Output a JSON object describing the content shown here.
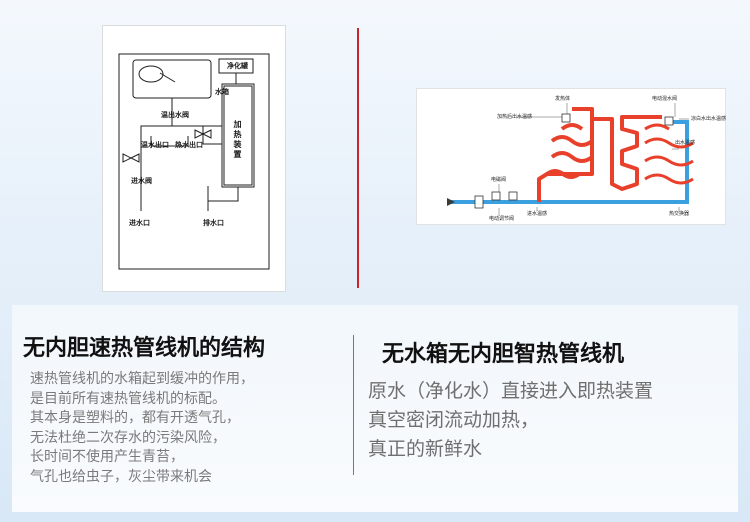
{
  "left_diagram": {
    "purifier_label": "净化罐",
    "tank_label": "水箱",
    "mixing_valve_label": "温出水阀",
    "heater_label": "加热装置",
    "water_outlet_label": "温水出口",
    "hot_outlet_label": "热水出口",
    "inlet_valve_label": "进水阀",
    "inlet_label": "进水口",
    "drain_label": "排水口"
  },
  "right_diagram": {
    "heater_label": "发热体",
    "electric_valve_label": "电动混水阀",
    "heat_outlet_temp_label": "加热后出水温感",
    "cold_outlet_temp_label": "凉白水出水温感",
    "outlet_temp_label": "出水温感",
    "flow_valve_label": "电磁阀",
    "regulating_valve_label": "电动调节阀",
    "inlet_temp_label": "进水温感",
    "heat_exchanger_label": "热交换器"
  },
  "left_section": {
    "title": "无内胆速热管线机的结构",
    "lines": [
      "速热管线机的水箱起到缓冲的作用，",
      "是目前所有速热管线机的标配。",
      "其本身是塑料的，都有开透气孔，",
      "无法杜绝二次存水的污染风险，",
      "长时间不使用产生青苔，",
      "气孔也给虫子，灰尘带来机会"
    ]
  },
  "right_section": {
    "title": "无水箱无内胆智热管线机",
    "lines": [
      "原水（净化水）直接进入即热装置",
      "真空密闭流动加热，",
      "真正的新鲜水"
    ]
  },
  "colors": {
    "divider_red": "#c8252c",
    "hot_pipe": "#e8402a",
    "cold_pipe": "#3aa0e0",
    "accent_blue": "#4a7fc0"
  }
}
